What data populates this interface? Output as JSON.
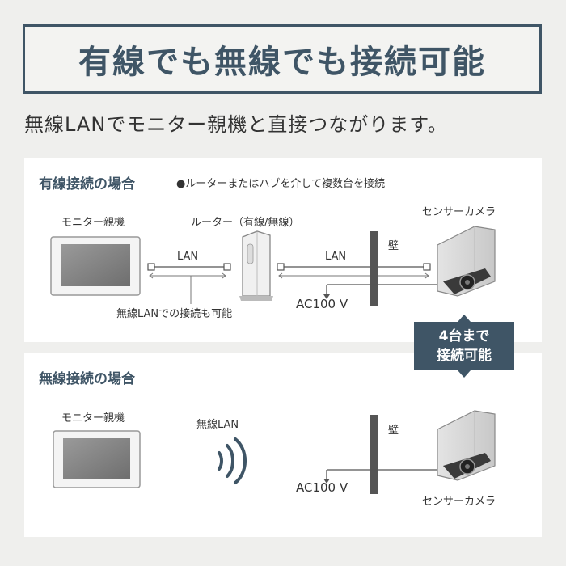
{
  "header": {
    "title": "有線でも無線でも接続可能",
    "subtitle": "無線LANでモニター親機と直接つながります。"
  },
  "wired": {
    "title": "有線接続の場合",
    "note": "●ルーターまたはハブを介して複数台を接続",
    "monitor_label": "モニター親機",
    "router_label": "ルーター（有線/無線）",
    "camera_label": "センサーカメラ",
    "lan_left": "LAN",
    "lan_right": "LAN",
    "wall_label": "壁",
    "power_label": "AC100 V",
    "wireless_note": "無線LANでの接続も可能"
  },
  "badge": {
    "line1": "4台まで",
    "line2": "接続可能"
  },
  "wireless": {
    "title": "無線接続の場合",
    "monitor_label": "モニター親機",
    "wlan_label": "無線LAN",
    "wall_label": "壁",
    "power_label": "AC100 V",
    "camera_label": "センサーカメラ"
  },
  "colors": {
    "accent": "#3f5566",
    "background": "#efefed",
    "panel": "#ffffff"
  }
}
